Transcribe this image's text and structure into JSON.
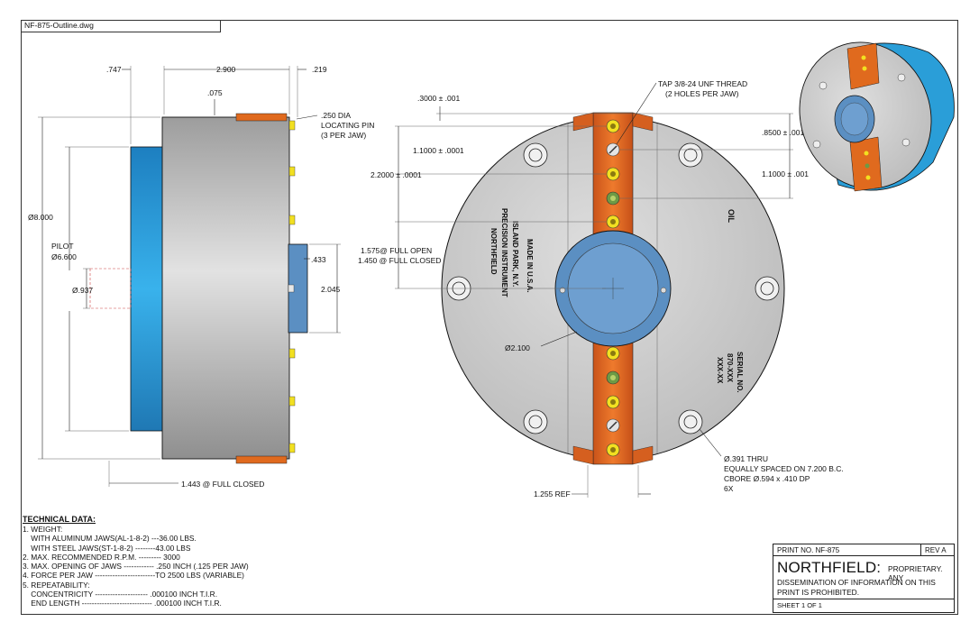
{
  "file_name": "NF-875-Outline.dwg",
  "side_view": {
    "dims": {
      "d747": ".747",
      "d2900": "2.900",
      "d219": ".219",
      "d075": ".075",
      "pin_line1": ".250 DIA",
      "pin_line2": "LOCATING PIN",
      "pin_line3": "(3 PER JAW)",
      "dia8": "Ø8.000",
      "pilot_line1": "PILOT",
      "pilot_line2": "Ø6.600",
      "dia937": "Ø.937",
      "d433": ".433",
      "d2045": "2.045",
      "d1443": "1.443 @ FULL CLOSED"
    }
  },
  "front_view": {
    "dims": {
      "tap_line1": "TAP 3/8-24 UNF THREAD",
      "tap_line2": "(2 HOLES PER JAW)",
      "d3000": ".3000 ± .001",
      "d11000a": "1.1000 ± .0001",
      "d22000": "2.2000 ± .0001",
      "d8500": ".8500 ± .001",
      "d11000b": "1.1000 ± .001",
      "open_line1": "1.575@ FULL OPEN",
      "open_line2": "1.450 @ FULL CLOSED",
      "dia2100": "Ø2.100",
      "hole_line1": "Ø.391 THRU",
      "hole_line2": "EQUALLY SPACED ON 7.200 B.C.",
      "hole_line3": "CBORE Ø.594 x .410 DP",
      "hole_line4": "6X",
      "d1255": "1.255 REF",
      "logo_line1": "NORTHFIELD",
      "logo_line2": "PRECISION INSTRUMENT",
      "logo_line3": "ISLAND PARK, N.Y.",
      "logo_line4": "MADE IN U.S.A.",
      "oil": "OIL",
      "serial_line1": "SERIAL NO.",
      "serial_line2": "870-XXX",
      "serial_line3": "XXX-XX"
    }
  },
  "technical_data": {
    "title": "TECHNICAL DATA:",
    "lines": [
      "1. WEIGHT:",
      "    WITH ALUMINUM JAWS(AL-1-8-2) ---36.00 LBS.",
      "    WITH STEEL JAWS(ST-1-8-2) --------43.00 LBS",
      "2. MAX. RECOMMENDED R.P.M. --------- 3000",
      "3. MAX. OPENING OF JAWS ------------ .250 INCH (.125 PER JAW)",
      "4. FORCE PER JAW ------------------------TO 2500 LBS (VARIABLE)",
      "5. REPEATABILITY:",
      "    CONCENTRICITY --------------------- .000100 INCH T.I.R.",
      "    END LENGTH ---------------------------- .000100 INCH T.I.R."
    ]
  },
  "title_block": {
    "print_no": "PRINT NO.  NF-875",
    "rev": "REV  A",
    "brand": "NORTHFIELD:",
    "proprietary_1": "PROPRIETARY. ANY",
    "proprietary_2": "DISSEMINATION OF INFORMATION ON THIS",
    "proprietary_3": "PRINT IS PROHIBITED.",
    "sheet": "SHEET 1  OF 1"
  },
  "colors": {
    "body_gray": "#c9c9c9",
    "pilot_blue": "#2a9ed8",
    "hub_blue": "#5b8fc2",
    "jaw_orange": "#e06a1e",
    "pin_yellow": "#f2e021",
    "hole_green": "#6e9a45"
  }
}
